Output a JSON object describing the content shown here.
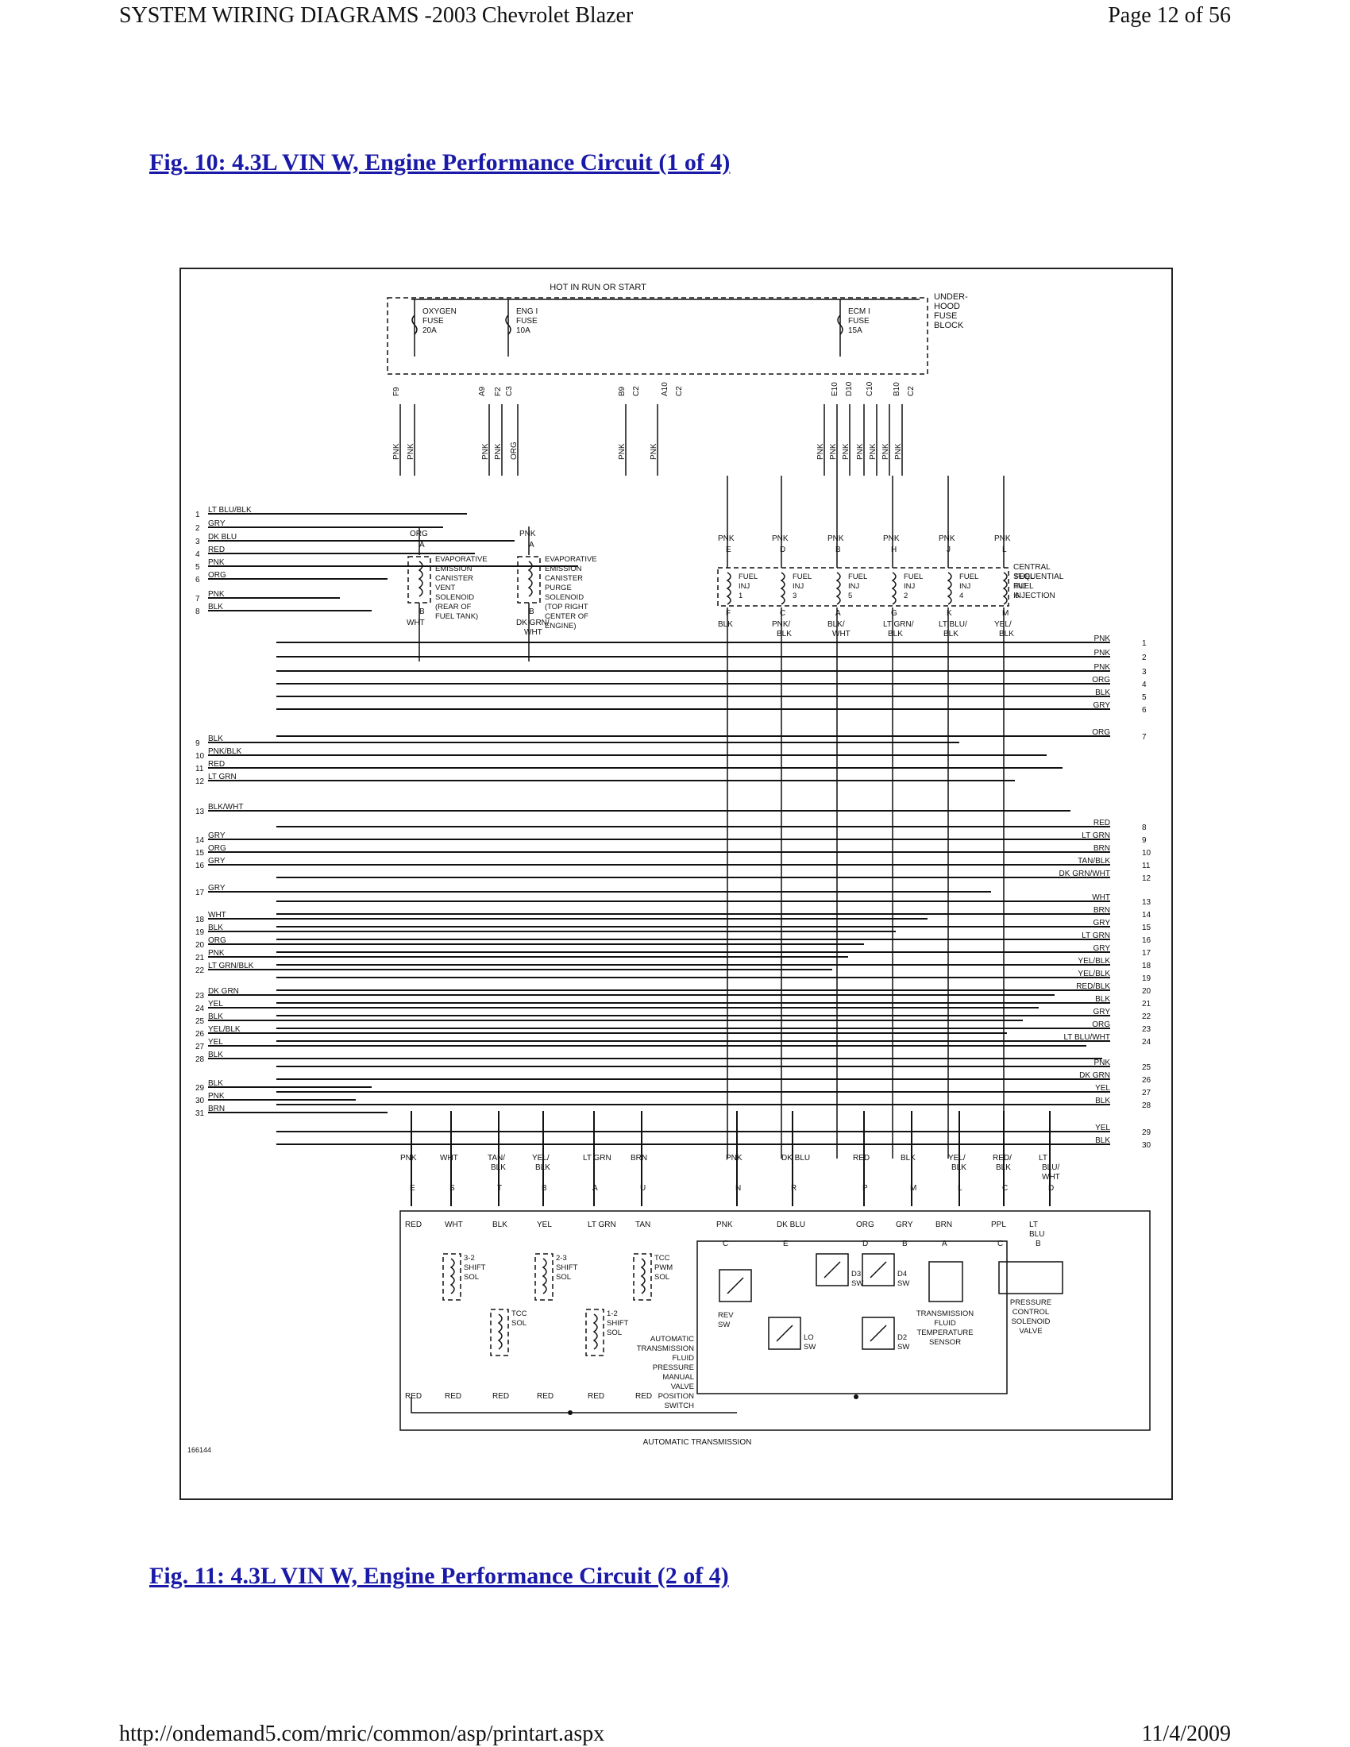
{
  "header": {
    "doc_title": "SYSTEM WIRING DIAGRAMS -2003 Chevrolet Blazer",
    "page_label": "Page 12 of 56"
  },
  "figures": [
    {
      "caption": "Fig. 10: 4.3L VIN W, Engine Performance Circuit (1 of 4)"
    },
    {
      "caption": "Fig. 11: 4.3L VIN W, Engine Performance Circuit (2 of 4)"
    }
  ],
  "diagram": {
    "top_label": "HOT IN RUN OR START",
    "fuse_block_label": [
      "UNDER-",
      "HOOD",
      "FUSE",
      "BLOCK"
    ],
    "fuses": [
      {
        "lines": [
          "OXYGEN",
          "FUSE",
          "20A"
        ]
      },
      {
        "lines": [
          "ENG I",
          "FUSE",
          "10A"
        ]
      },
      {
        "lines": [
          "ECM I",
          "FUSE",
          "15A"
        ]
      }
    ],
    "fuse_pins": [
      "F9",
      "A9",
      "F2",
      "C3",
      "B9",
      "C2",
      "A10",
      "C2",
      "E10",
      "D10",
      "C10",
      "B10",
      "C2"
    ],
    "fuse_wire_colors": [
      "PNK",
      "PNK",
      "PNK",
      "ORG",
      "PNK",
      "PNK",
      "PNK",
      "PNK",
      "PNK",
      "PNK",
      "PNK",
      "PNK",
      "PNK"
    ],
    "solenoid_vent": {
      "lines": [
        "EVAPORATIVE",
        "EMISSION",
        "CANISTER",
        "VENT",
        "SOLENOID",
        "(REAR OF",
        "FUEL TANK)"
      ],
      "top_color": "ORG",
      "top_pin": "A",
      "bottom_pin": "B",
      "bottom_color": "WHT"
    },
    "solenoid_purge": {
      "lines": [
        "EVAPORATIVE",
        "EMISSION",
        "CANISTER",
        "PURGE",
        "SOLENOID",
        "(TOP RIGHT",
        "CENTER OF",
        "ENGINE)"
      ],
      "top_color": "PNK",
      "top_pin": "A",
      "bottom_pin": "B",
      "bottom_color": "DK GRN/",
      "bottom_color2": "WHT"
    },
    "injection_label": [
      "CENTRAL",
      "SEQUENTIAL",
      "FUEL",
      "INJECTION"
    ],
    "injectors": [
      {
        "name": "FUEL",
        "name2": "INJ",
        "num": "1",
        "top_pin": "E",
        "bottom_pin": "F",
        "bottom_color": "BLK",
        "bottom_color2": ""
      },
      {
        "name": "FUEL",
        "name2": "INJ",
        "num": "3",
        "top_pin": "D",
        "bottom_pin": "C",
        "bottom_color": "PNK/",
        "bottom_color2": "BLK"
      },
      {
        "name": "FUEL",
        "name2": "INJ",
        "num": "5",
        "top_pin": "B",
        "bottom_pin": "A",
        "bottom_color": "BLK/",
        "bottom_color2": "WHT"
      },
      {
        "name": "FUEL",
        "name2": "INJ",
        "num": "2",
        "top_pin": "H",
        "bottom_pin": "G",
        "bottom_color": "LT GRN/",
        "bottom_color2": "BLK"
      },
      {
        "name": "FUEL",
        "name2": "INJ",
        "num": "4",
        "top_pin": "J",
        "bottom_pin": "K",
        "bottom_color": "LT BLU/",
        "bottom_color2": "BLK"
      },
      {
        "name": "FUEL",
        "name2": "INJ",
        "num": "6",
        "top_pin": "L",
        "bottom_pin": "M",
        "bottom_color": "YEL/",
        "bottom_color2": "BLK"
      }
    ],
    "injector_top_color": "PNK",
    "left_connector": [
      {
        "n": "1",
        "c": "LT BLU/BLK"
      },
      {
        "n": "2",
        "c": "GRY"
      },
      {
        "n": "3",
        "c": "DK BLU"
      },
      {
        "n": "4",
        "c": "RED"
      },
      {
        "n": "5",
        "c": "PNK"
      },
      {
        "n": "6",
        "c": "ORG"
      },
      {
        "n": "7",
        "c": "PNK"
      },
      {
        "n": "8",
        "c": "BLK"
      },
      {
        "n": "9",
        "c": "BLK"
      },
      {
        "n": "10",
        "c": "PNK/BLK"
      },
      {
        "n": "11",
        "c": "RED"
      },
      {
        "n": "12",
        "c": "LT GRN"
      },
      {
        "n": "13",
        "c": "BLK/WHT"
      },
      {
        "n": "14",
        "c": "GRY"
      },
      {
        "n": "15",
        "c": "ORG"
      },
      {
        "n": "16",
        "c": "GRY"
      },
      {
        "n": "17",
        "c": "GRY"
      },
      {
        "n": "18",
        "c": "WHT"
      },
      {
        "n": "19",
        "c": "BLK"
      },
      {
        "n": "20",
        "c": "ORG"
      },
      {
        "n": "21",
        "c": "PNK"
      },
      {
        "n": "22",
        "c": "LT GRN/BLK"
      },
      {
        "n": "23",
        "c": "DK GRN"
      },
      {
        "n": "24",
        "c": "YEL"
      },
      {
        "n": "25",
        "c": "BLK"
      },
      {
        "n": "26",
        "c": "YEL/BLK"
      },
      {
        "n": "27",
        "c": "YEL"
      },
      {
        "n": "28",
        "c": "BLK"
      },
      {
        "n": "29",
        "c": "BLK"
      },
      {
        "n": "30",
        "c": "PNK"
      },
      {
        "n": "31",
        "c": "BRN"
      }
    ],
    "right_connector": [
      {
        "n": "1",
        "c": "PNK"
      },
      {
        "n": "2",
        "c": "PNK"
      },
      {
        "n": "3",
        "c": "PNK"
      },
      {
        "n": "4",
        "c": "ORG"
      },
      {
        "n": "5",
        "c": "BLK"
      },
      {
        "n": "6",
        "c": "GRY"
      },
      {
        "n": "7",
        "c": "ORG"
      },
      {
        "n": "8",
        "c": "RED"
      },
      {
        "n": "9",
        "c": "LT GRN"
      },
      {
        "n": "10",
        "c": "BRN"
      },
      {
        "n": "11",
        "c": "TAN/BLK"
      },
      {
        "n": "12",
        "c": "DK GRN/WHT"
      },
      {
        "n": "13",
        "c": "WHT"
      },
      {
        "n": "14",
        "c": "BRN"
      },
      {
        "n": "15",
        "c": "GRY"
      },
      {
        "n": "16",
        "c": "LT GRN"
      },
      {
        "n": "17",
        "c": "GRY"
      },
      {
        "n": "18",
        "c": "YEL/BLK"
      },
      {
        "n": "19",
        "c": "YEL/BLK"
      },
      {
        "n": "20",
        "c": "RED/BLK"
      },
      {
        "n": "21",
        "c": "BLK"
      },
      {
        "n": "22",
        "c": "GRY"
      },
      {
        "n": "23",
        "c": "ORG"
      },
      {
        "n": "24",
        "c": "LT BLU/WHT"
      },
      {
        "n": "25",
        "c": "PNK"
      },
      {
        "n": "26",
        "c": "DK GRN"
      },
      {
        "n": "27",
        "c": "YEL"
      },
      {
        "n": "28",
        "c": "BLK"
      },
      {
        "n": "29",
        "c": "YEL"
      },
      {
        "n": "30",
        "c": "BLK"
      }
    ],
    "trans_pins": [
      {
        "c": "PNK",
        "p": "E"
      },
      {
        "c": "WHT",
        "p": "S"
      },
      {
        "c": "TAN/",
        "c2": "BLK",
        "p": "T"
      },
      {
        "c": "YEL/",
        "c2": "BLK",
        "p": "B"
      },
      {
        "c": "LT GRN",
        "p": "A"
      },
      {
        "c": "BRN",
        "p": "U"
      },
      {
        "c": "PNK",
        "p": "N"
      },
      {
        "c": "DK BLU",
        "p": "R"
      },
      {
        "c": "RED",
        "p": "P"
      },
      {
        "c": "BLK",
        "p": "M"
      },
      {
        "c": "YEL/",
        "c2": "BLK",
        "p": "L"
      },
      {
        "c": "RED/",
        "c2": "BLK",
        "p": "C"
      },
      {
        "c": "LT",
        "c2": "BLU/",
        "c3": "WHT",
        "p": "D"
      }
    ],
    "trans_inner_top": [
      "RED",
      "WHT",
      "BLK",
      "YEL",
      "LT GRN",
      "TAN"
    ],
    "switch_inner_top": [
      {
        "c": "PNK",
        "p": "C"
      },
      {
        "c": "DK BLU",
        "p": "E"
      },
      {
        "c": "ORG",
        "p": "D"
      },
      {
        "c": "GRY",
        "p": "B"
      },
      {
        "c": "BRN",
        "p": "A"
      },
      {
        "c": "PPL",
        "p": "C"
      },
      {
        "c": "LT",
        "c2": "BLU",
        "p": "B"
      }
    ],
    "solenoids": [
      {
        "lines": [
          "3-2",
          "SHIFT",
          "SOL"
        ]
      },
      {
        "lines": [
          "2-3",
          "SHIFT",
          "SOL"
        ]
      },
      {
        "lines": [
          "TCC",
          "PWM",
          "SOL"
        ]
      },
      {
        "lines": [
          "TCC",
          "SOL"
        ]
      },
      {
        "lines": [
          "1-2",
          "SHIFT",
          "SOL"
        ]
      }
    ],
    "bottom_red": [
      "RED",
      "RED",
      "RED",
      "RED",
      "RED",
      "RED"
    ],
    "switches": [
      "REV SW",
      "LO SW",
      "D3 SW",
      "D4 SW",
      "D2 SW"
    ],
    "pressure_switch_label": [
      "AUTOMATIC",
      "TRANSMISSION",
      "FLUID",
      "PRESSURE",
      "MANUAL",
      "VALVE",
      "POSITION",
      "SWITCH"
    ],
    "temp_sensor_label": [
      "TRANSMISSION",
      "FLUID",
      "TEMPERATURE",
      "SENSOR"
    ],
    "pcs_label": [
      "PRESSURE",
      "CONTROL",
      "SOLENOID",
      "VALVE"
    ],
    "trans_label": "AUTOMATIC TRANSMISSION",
    "diagram_id": "166144"
  },
  "footer": {
    "url": "http://ondemand5.com/mric/common/asp/printart.aspx",
    "date": "11/4/2009"
  }
}
